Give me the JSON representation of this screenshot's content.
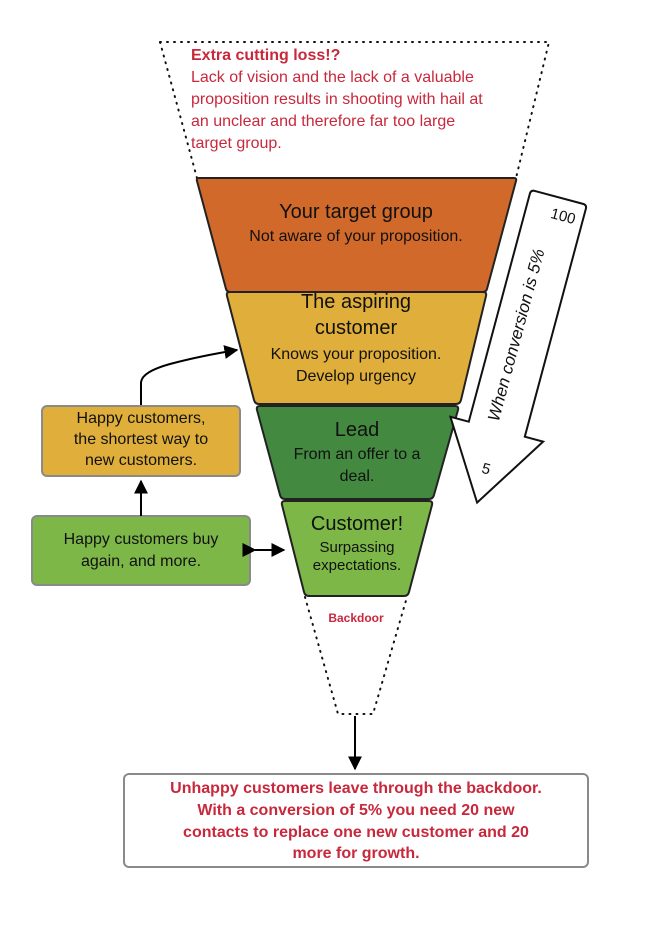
{
  "top_note": {
    "title": "Extra cutting loss!?",
    "lines": [
      "Lack of vision and the lack of a valuable",
      "proposition results in shooting with hail at",
      "an unclear and therefore far too large",
      "target group."
    ]
  },
  "funnel": [
    {
      "title_lines": [
        "Your target group"
      ],
      "body_lines": [
        "Not aware of your proposition."
      ],
      "color": "#d0692a"
    },
    {
      "title_lines": [
        "The aspiring",
        "customer"
      ],
      "body_lines": [
        "Knows your proposition.",
        "Develop urgency"
      ],
      "color": "#e0ae3a"
    },
    {
      "title_lines": [
        "Lead"
      ],
      "body_lines": [
        "From an offer to a",
        "deal."
      ],
      "color": "#448940"
    },
    {
      "title_lines": [
        "Customer!"
      ],
      "body_lines": [
        "Surpassing",
        "expectations."
      ],
      "color": "#7cb747"
    }
  ],
  "backdoor_label": "Backdoor",
  "conversion_arrow": {
    "start": "100",
    "end": "5",
    "label": "When conversion is 5%"
  },
  "side_boxes": {
    "happy_shortest": {
      "lines": [
        "Happy customers,",
        "the shortest way to",
        "new customers."
      ],
      "color": "#e0ae3a"
    },
    "happy_buy_again": {
      "lines": [
        "Happy customers buy",
        "again, and more."
      ],
      "color": "#7cb747"
    }
  },
  "bottom_note": {
    "lines": [
      "Unhappy customers leave through the backdoor.",
      "With a conversion of 5% you need 20 new",
      "contacts to replace one new customer and 20",
      "more for growth."
    ]
  }
}
